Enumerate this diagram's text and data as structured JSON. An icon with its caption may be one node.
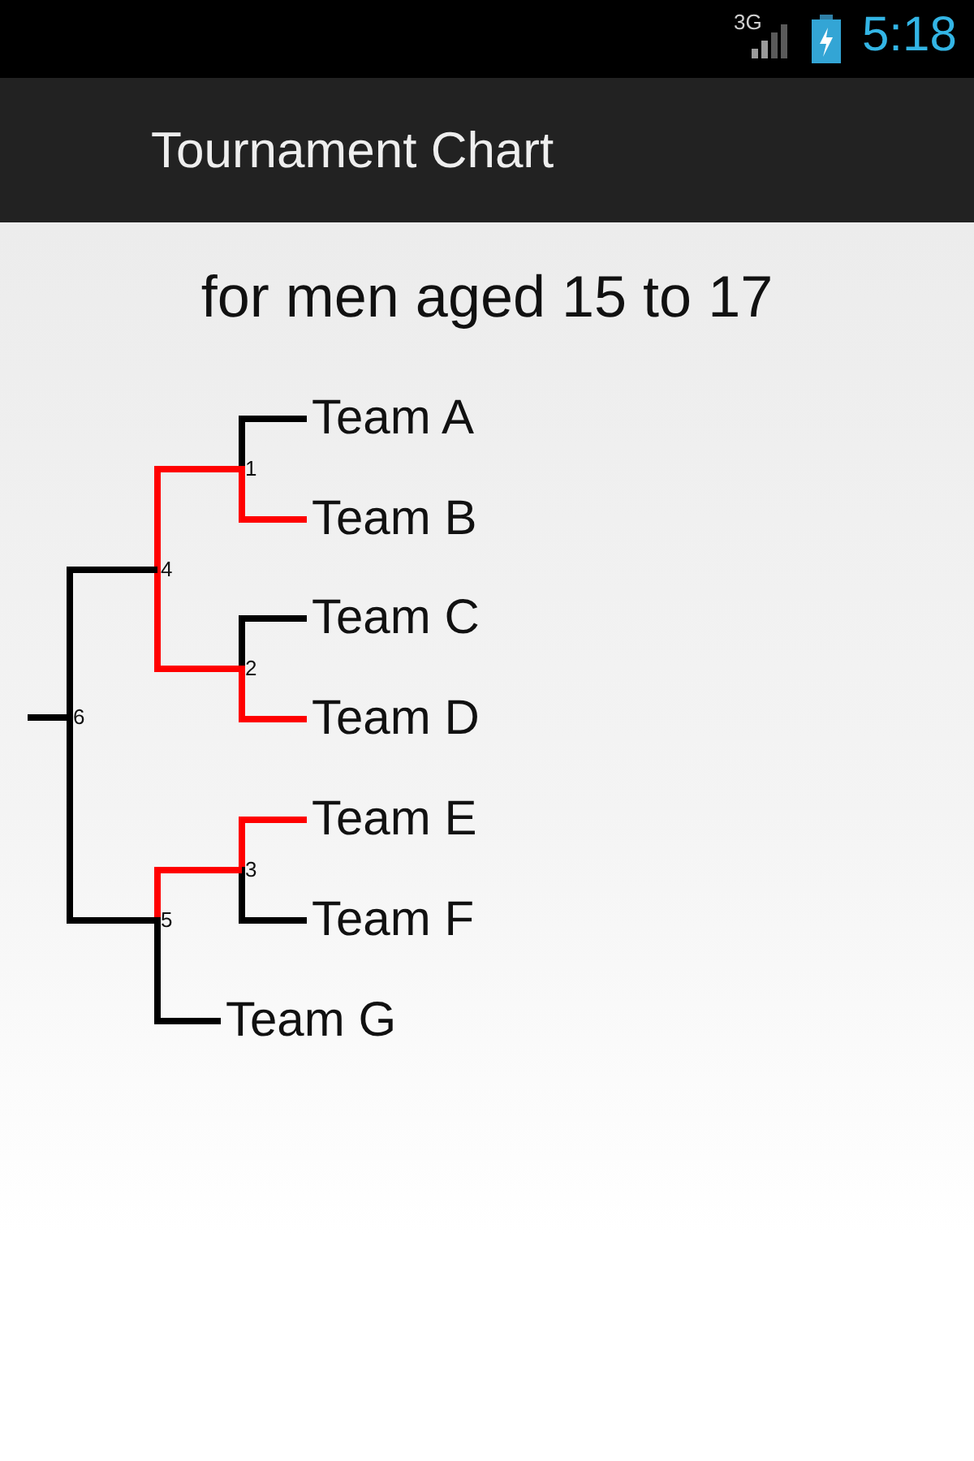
{
  "diagram": {
    "title": "for men aged 15 to 17",
    "nodes": [
      {
        "text": [
          "Team A"
        ]
      },
      {
        "text": [
          "Team B"
        ]
      },
      {
        "text": [
          "1"
        ]
      },
      {
        "text": [
          "Team C"
        ]
      },
      {
        "text": [
          "Team D"
        ]
      },
      {
        "text": [
          "2"
        ]
      },
      {
        "text": [
          "4"
        ]
      },
      {
        "text": [
          "Team E"
        ]
      },
      {
        "text": [
          "Team F"
        ]
      },
      {
        "text": [
          "3"
        ]
      },
      {
        "text": [
          "5"
        ]
      },
      {
        "text": [
          "Team G"
        ]
      },
      {
        "text": [
          "6"
        ]
      }
    ],
    "edges": [
      {
        "from": 0,
        "to": 2,
        "arrow": "none"
      },
      {
        "from": 1,
        "to": 2,
        "arrow": "none",
        "color": "#ff0000"
      },
      {
        "from": 3,
        "to": 5,
        "arrow": "none"
      },
      {
        "from": 4,
        "to": 5,
        "arrow": "none",
        "color": "#ff0000"
      },
      {
        "from": 2,
        "to": 6,
        "arrow": "none",
        "color": "#ff0000"
      },
      {
        "from": 5,
        "to": 6,
        "arrow": "none",
        "color": "#ff0000"
      },
      {
        "from": 7,
        "to": 9,
        "arrow": "none",
        "color": "#ff0000"
      },
      {
        "from": 8,
        "to": 9,
        "arrow": "none"
      },
      {
        "from": 9,
        "to": 10,
        "arrow": "none",
        "color": "#ff0000"
      },
      {
        "from": 11,
        "to": 10,
        "arrow": "none"
      },
      {
        "from": 6,
        "to": 12,
        "arrow": "none"
      },
      {
        "from": 10,
        "to": 12,
        "arrow": "none"
      },
      {
        "from": 12,
        "to": null,
        "arrow": "none"
      }
    ],
    "labels": [
      "3G",
      "5:18",
      "Tournament Chart"
    ]
  }
}
